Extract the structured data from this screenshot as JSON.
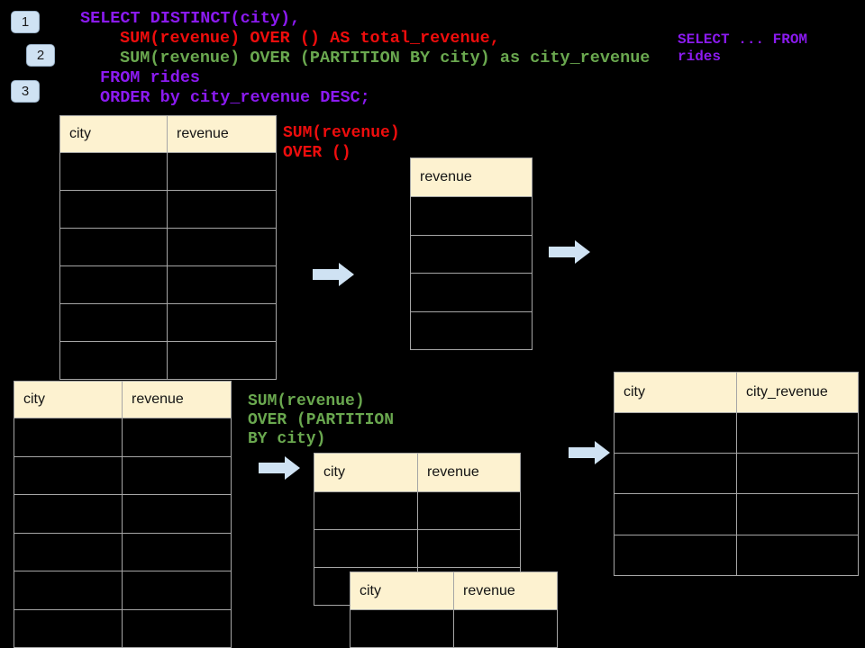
{
  "colors": {
    "background": "#000000",
    "keyword_purple": "#8b1af0",
    "total_red": "#ee0d0d",
    "partition_green": "#6aa84f",
    "table_header_bg": "#fdf2d0",
    "arrow_blue": "#cfe2f3",
    "grid_border": "#a6a6a6"
  },
  "badges": [
    {
      "label": "1"
    },
    {
      "label": "2"
    },
    {
      "label": "3"
    }
  ],
  "sql": {
    "line1": "SELECT DISTINCT(city),",
    "line2": "SUM(revenue) OVER () AS total_revenue,",
    "line3": "SUM(revenue) OVER (PARTITION BY city) as city_revenue",
    "line4": "FROM rides",
    "line5": "ORDER by city_revenue DESC;",
    "aside_line1": "SELECT ... FROM",
    "aside_line2": "rides"
  },
  "annotations": {
    "total_label_line1": "SUM(revenue)",
    "total_label_line2": "OVER ()",
    "partition_label_line1": "SUM(revenue)",
    "partition_label_line2": "OVER (PARTITION",
    "partition_label_line3": "BY city)"
  },
  "tables": {
    "source_top": {
      "headers": [
        "city",
        "revenue"
      ],
      "body_rows": 6
    },
    "total_revenue": {
      "headers": [
        "revenue"
      ],
      "body_rows": 4
    },
    "source_bottom": {
      "headers": [
        "city",
        "revenue"
      ],
      "body_rows": 6
    },
    "partition_back": {
      "headers": [
        "city",
        "revenue"
      ],
      "body_rows": 3
    },
    "partition_front": {
      "headers": [
        "city",
        "revenue"
      ],
      "body_rows": 1
    },
    "city_revenue_result": {
      "headers": [
        "city",
        "city_revenue"
      ],
      "body_rows": 4
    }
  }
}
